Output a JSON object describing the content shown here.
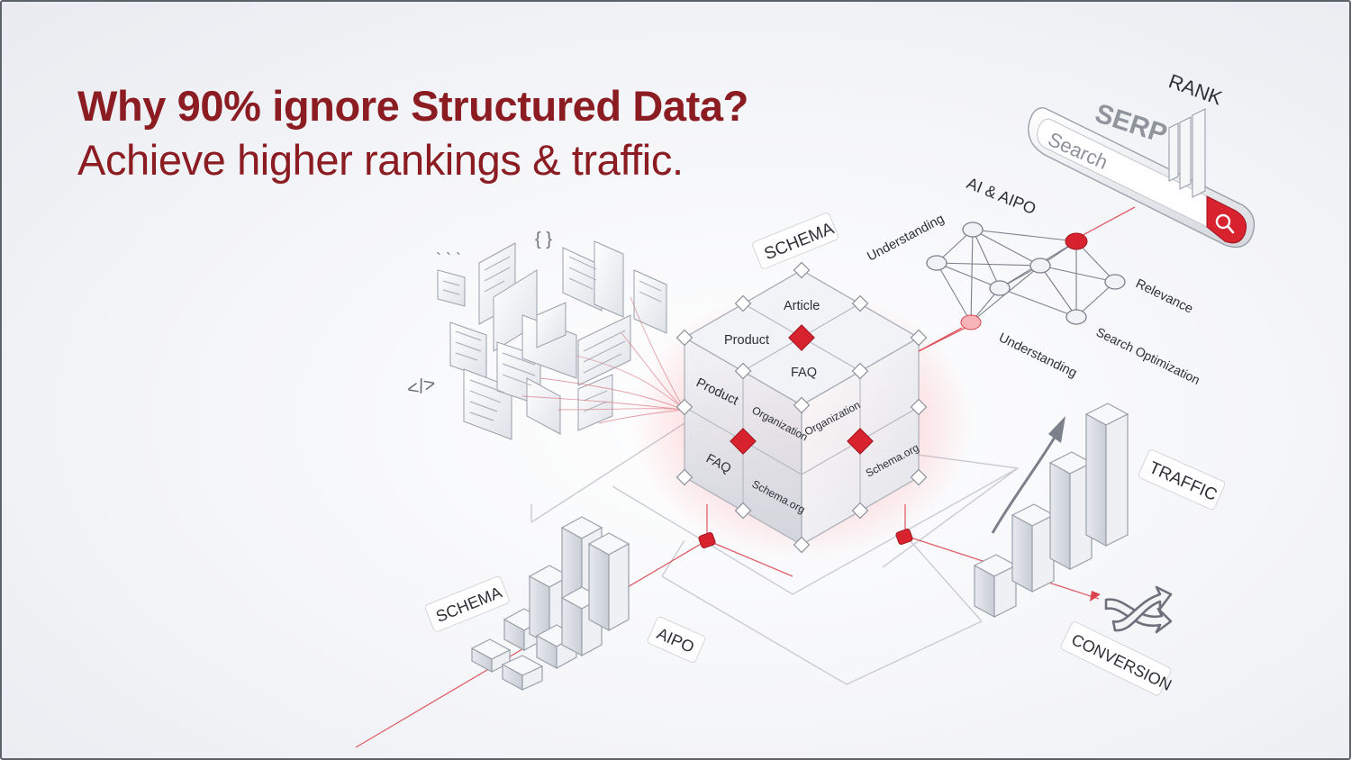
{
  "headline": {
    "title": "Why 90% ignore Structured Data?",
    "subtitle": "Achieve higher rankings & traffic."
  },
  "search": {
    "placeholder": "Search",
    "serp_label": "SERP",
    "rank_label": "RANK"
  },
  "network": {
    "title": "AI & AIPO",
    "labels": [
      "Understanding",
      "Relevance",
      "Search Optimization",
      "Understanding"
    ]
  },
  "cube": {
    "tag": "SCHEMA",
    "faces": [
      "Article",
      "Product",
      "FAQ",
      "Product",
      "Organization",
      "Organization",
      "FAQ",
      "Schema.org",
      "Schema.org"
    ]
  },
  "code_glyphs": [
    "{ }",
    "</>",
    "` ` `"
  ],
  "labels": {
    "traffic": "TRAFFIC",
    "conversion": "CONVERSION",
    "schema_bottom": "SCHEMA",
    "aipo_bottom": "AIPO"
  },
  "colors": {
    "brand_red": "#8a1c22",
    "accent_red": "#d42a35",
    "line_gray": "#c7cad1"
  }
}
